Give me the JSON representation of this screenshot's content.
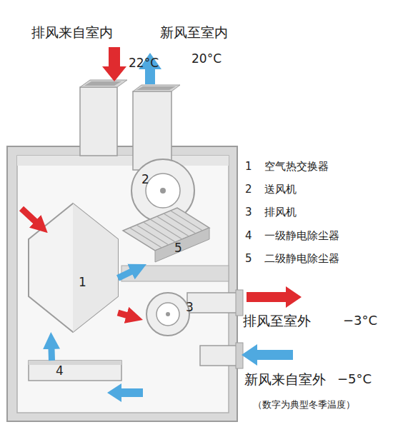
{
  "diagram": {
    "caption": "（数字为典型冬季温度）",
    "nodes": [
      {
        "text": [
          "2"
        ]
      },
      {
        "text": [
          "5"
        ]
      },
      {
        "text": [
          "1"
        ]
      },
      {
        "text": [
          "3"
        ]
      },
      {
        "text": [
          "4"
        ]
      }
    ],
    "edges": [
      {
        "from": 4,
        "to": 2,
        "arrow": "to"
      },
      {
        "from": 2,
        "to": 1,
        "arrow": "to"
      },
      {
        "from": 2,
        "to": 3,
        "arrow": "to"
      }
    ],
    "labels": [
      "排风来自室内",
      "22°C",
      "新风至室内",
      "20°C",
      "1",
      "空气热交换器",
      "2",
      "送风机",
      "3",
      "排风机",
      "4",
      "一级静电除尘器",
      "5",
      "二级静电除尘器",
      "排风至室外",
      "−3°C",
      "新风来自室外",
      "−5°C"
    ]
  }
}
